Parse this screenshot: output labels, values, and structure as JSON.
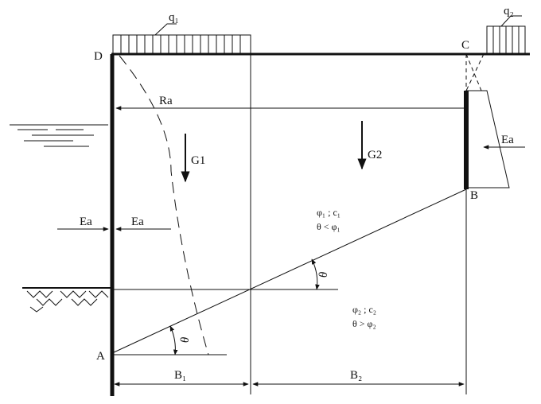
{
  "labels": {
    "q1": "q₁",
    "q2": "q₂",
    "D": "D",
    "C": "C",
    "A": "A",
    "B": "B",
    "Ra": "Ra",
    "G1": "G1",
    "G2": "G2",
    "Ea_right": "Ea",
    "Ea_left_outer": "Ea",
    "Ea_left_inner": "Ea",
    "layer1_params": "φ₁ ; c₁",
    "layer1_condition": "θ < φ₁",
    "layer2_params": "φ₂ ; c₂",
    "layer2_condition": "θ > φ₂",
    "theta_lower": "θ",
    "theta_upper": "θ",
    "B1": "B₁",
    "B2": "B₂"
  },
  "colors": {
    "stroke": "#111111",
    "background": "#ffffff"
  }
}
